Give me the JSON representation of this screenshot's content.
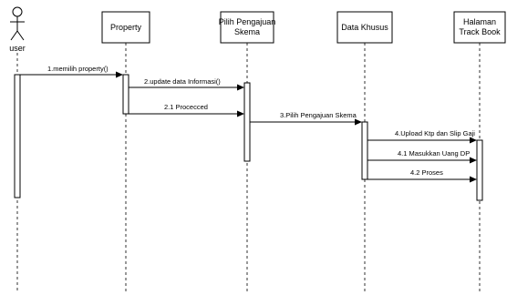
{
  "actor": {
    "label": "user"
  },
  "objects": [
    {
      "label_lines": [
        "Property"
      ]
    },
    {
      "label_lines": [
        "Pilih Pengajuan",
        "Skema"
      ]
    },
    {
      "label_lines": [
        "Data Khusus"
      ]
    },
    {
      "label_lines": [
        "Halaman",
        "Track Book"
      ]
    }
  ],
  "messages": [
    {
      "label": "1.memilih property()"
    },
    {
      "label": "2.update data Informasi()"
    },
    {
      "label": "2.1 Procecced"
    },
    {
      "label": "3.Pilih Pengajuan Skema"
    },
    {
      "label": "4.Upload Ktp dan Slip Gaji"
    },
    {
      "label": "4.1 Masukkan Uang DP"
    },
    {
      "label": "4.2 Proses"
    }
  ]
}
